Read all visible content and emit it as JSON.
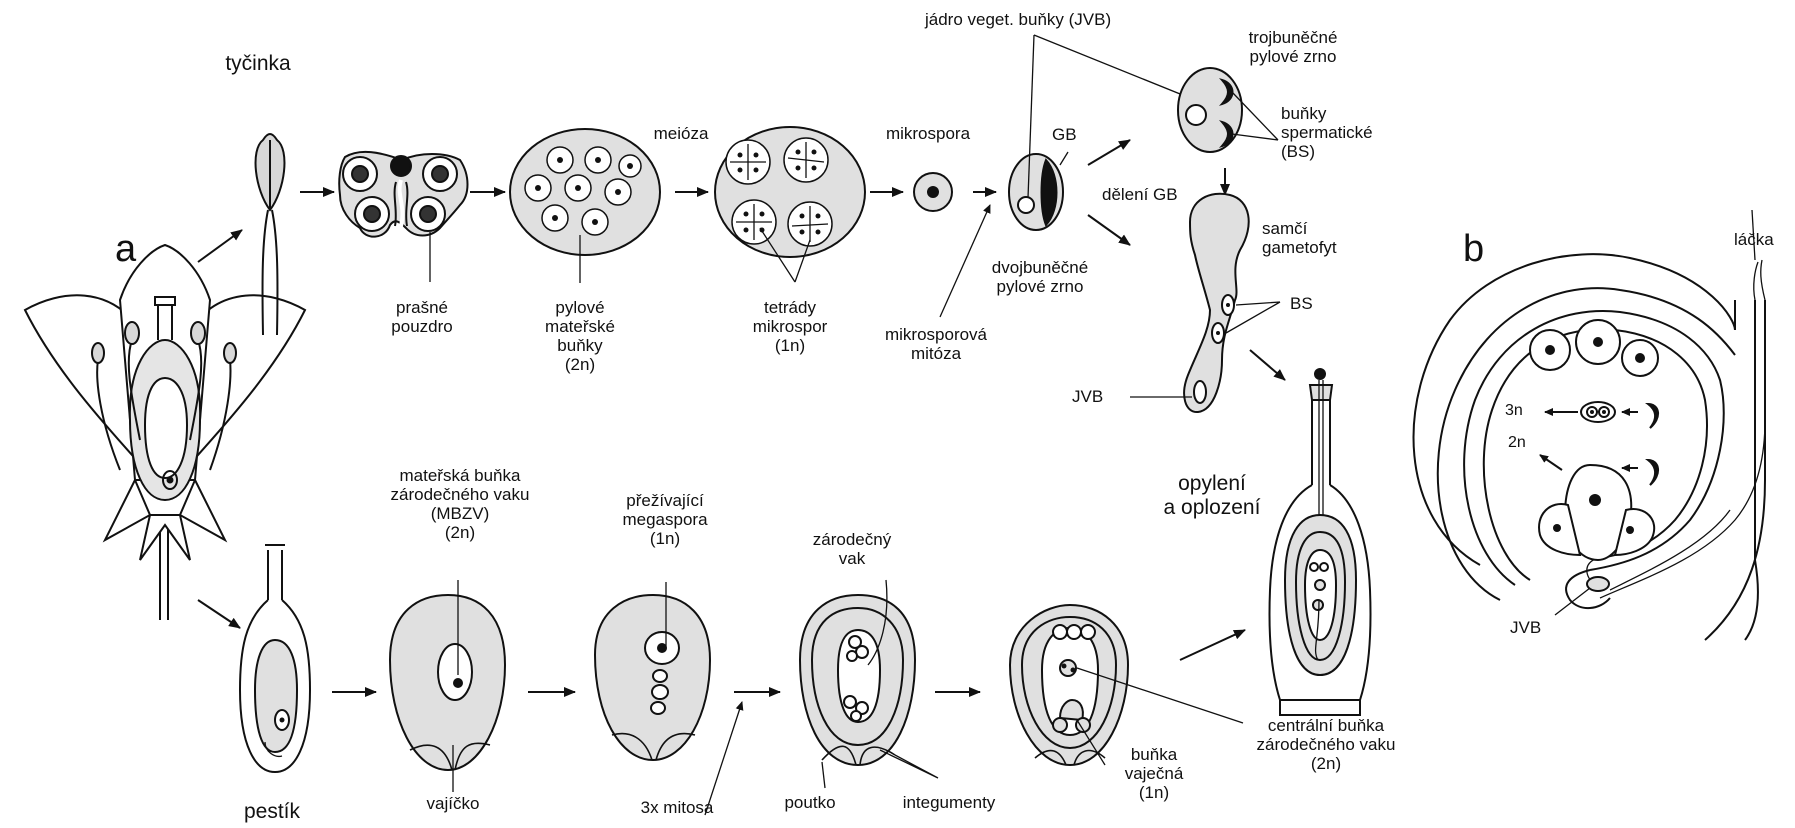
{
  "panels": {
    "a": "a",
    "b": "b"
  },
  "top": {
    "tycinka": "tyčinka",
    "prasne": [
      "prašné",
      "pouzdro"
    ],
    "pylove": [
      "pylové",
      "mateřské",
      "buňky",
      "(2n)"
    ],
    "meioza": "meióza",
    "tetrady": [
      "tetrády",
      "mikrospor",
      "(1n)"
    ],
    "mikrospora": "mikrospora",
    "mikrosporova": [
      "mikrosporová",
      "mitóza"
    ],
    "jadro": "jádro veget. buňky (JVB)",
    "gb": "GB",
    "dvojbunecne": [
      "dvojbuněčné",
      "pylové zrno"
    ],
    "trojbunecne": [
      "trojbuněčné",
      "pylové zrno"
    ],
    "bunky_sperm": [
      "buňky",
      "spermatické",
      "(BS)"
    ],
    "deleni": "dělení GB",
    "samci": [
      "samčí",
      "gametofyt"
    ],
    "bs": "BS",
    "jvb": "JVB"
  },
  "bottom": {
    "pestik": "pestík",
    "mbzv": [
      "mateřská buňka",
      "zárodečného vaku",
      "(MBZV)",
      "(2n)"
    ],
    "vajicko": "vajíčko",
    "prezivajici": [
      "přežívající",
      "megaspora",
      "(1n)"
    ],
    "mitosa": "3x mitosa",
    "zarodecny": [
      "zárodečný",
      "vak"
    ],
    "poutko": "poutko",
    "integumenty": "integumenty",
    "bunka_vajecna": [
      "buňka",
      "vaječná",
      "(1n)"
    ],
    "centralni": [
      "centrální buňka",
      "zárodečného vaku",
      "(2n)"
    ],
    "opyleni": [
      "opylení",
      "a oplození"
    ]
  },
  "panel_b": {
    "lacka": "láčka",
    "n3": "3n",
    "n2": "2n",
    "jvb": "JVB"
  }
}
